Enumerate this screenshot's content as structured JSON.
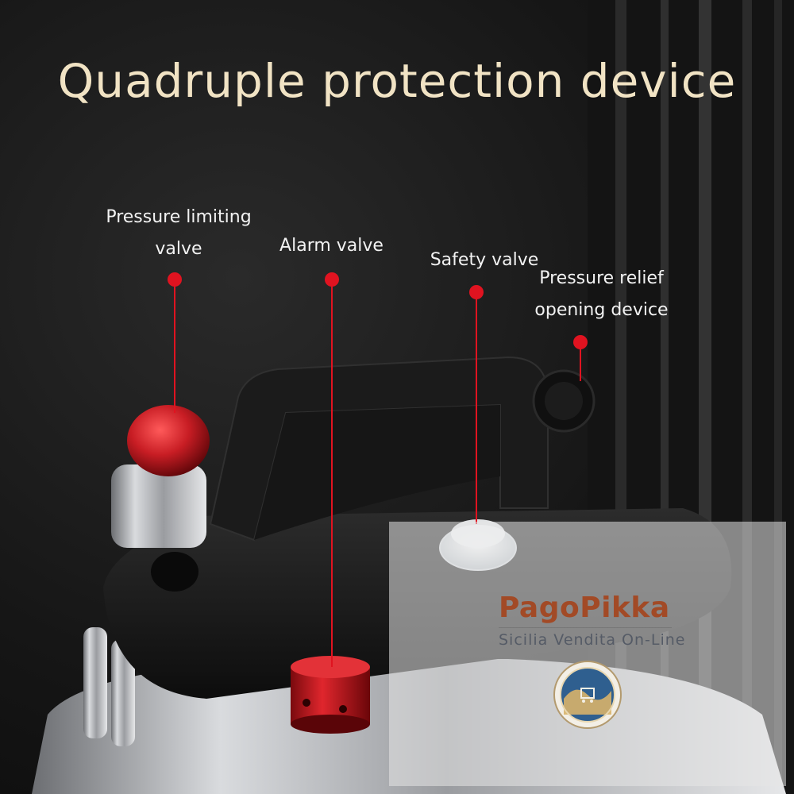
{
  "headline": {
    "text": "Quadruple protection device",
    "color": "#f1e3c4"
  },
  "callouts": [
    {
      "text": "Pressure limiting\nvalve"
    },
    {
      "text": "Alarm valve"
    },
    {
      "text": "Safety valve"
    },
    {
      "text": "Pressure relief\nopening device"
    }
  ],
  "watermark": {
    "brand": "PagoPikka",
    "tagline": "Sicilia Vendita On-Line",
    "brand_color": "#a24a26",
    "tagline_color": "#555b66"
  },
  "colors": {
    "label": "#f2f2f2",
    "accent_red": "#e01320",
    "valve_red": "#c81d24",
    "handle_black": "#1b1b1b",
    "steel": "#b9bcc0"
  }
}
